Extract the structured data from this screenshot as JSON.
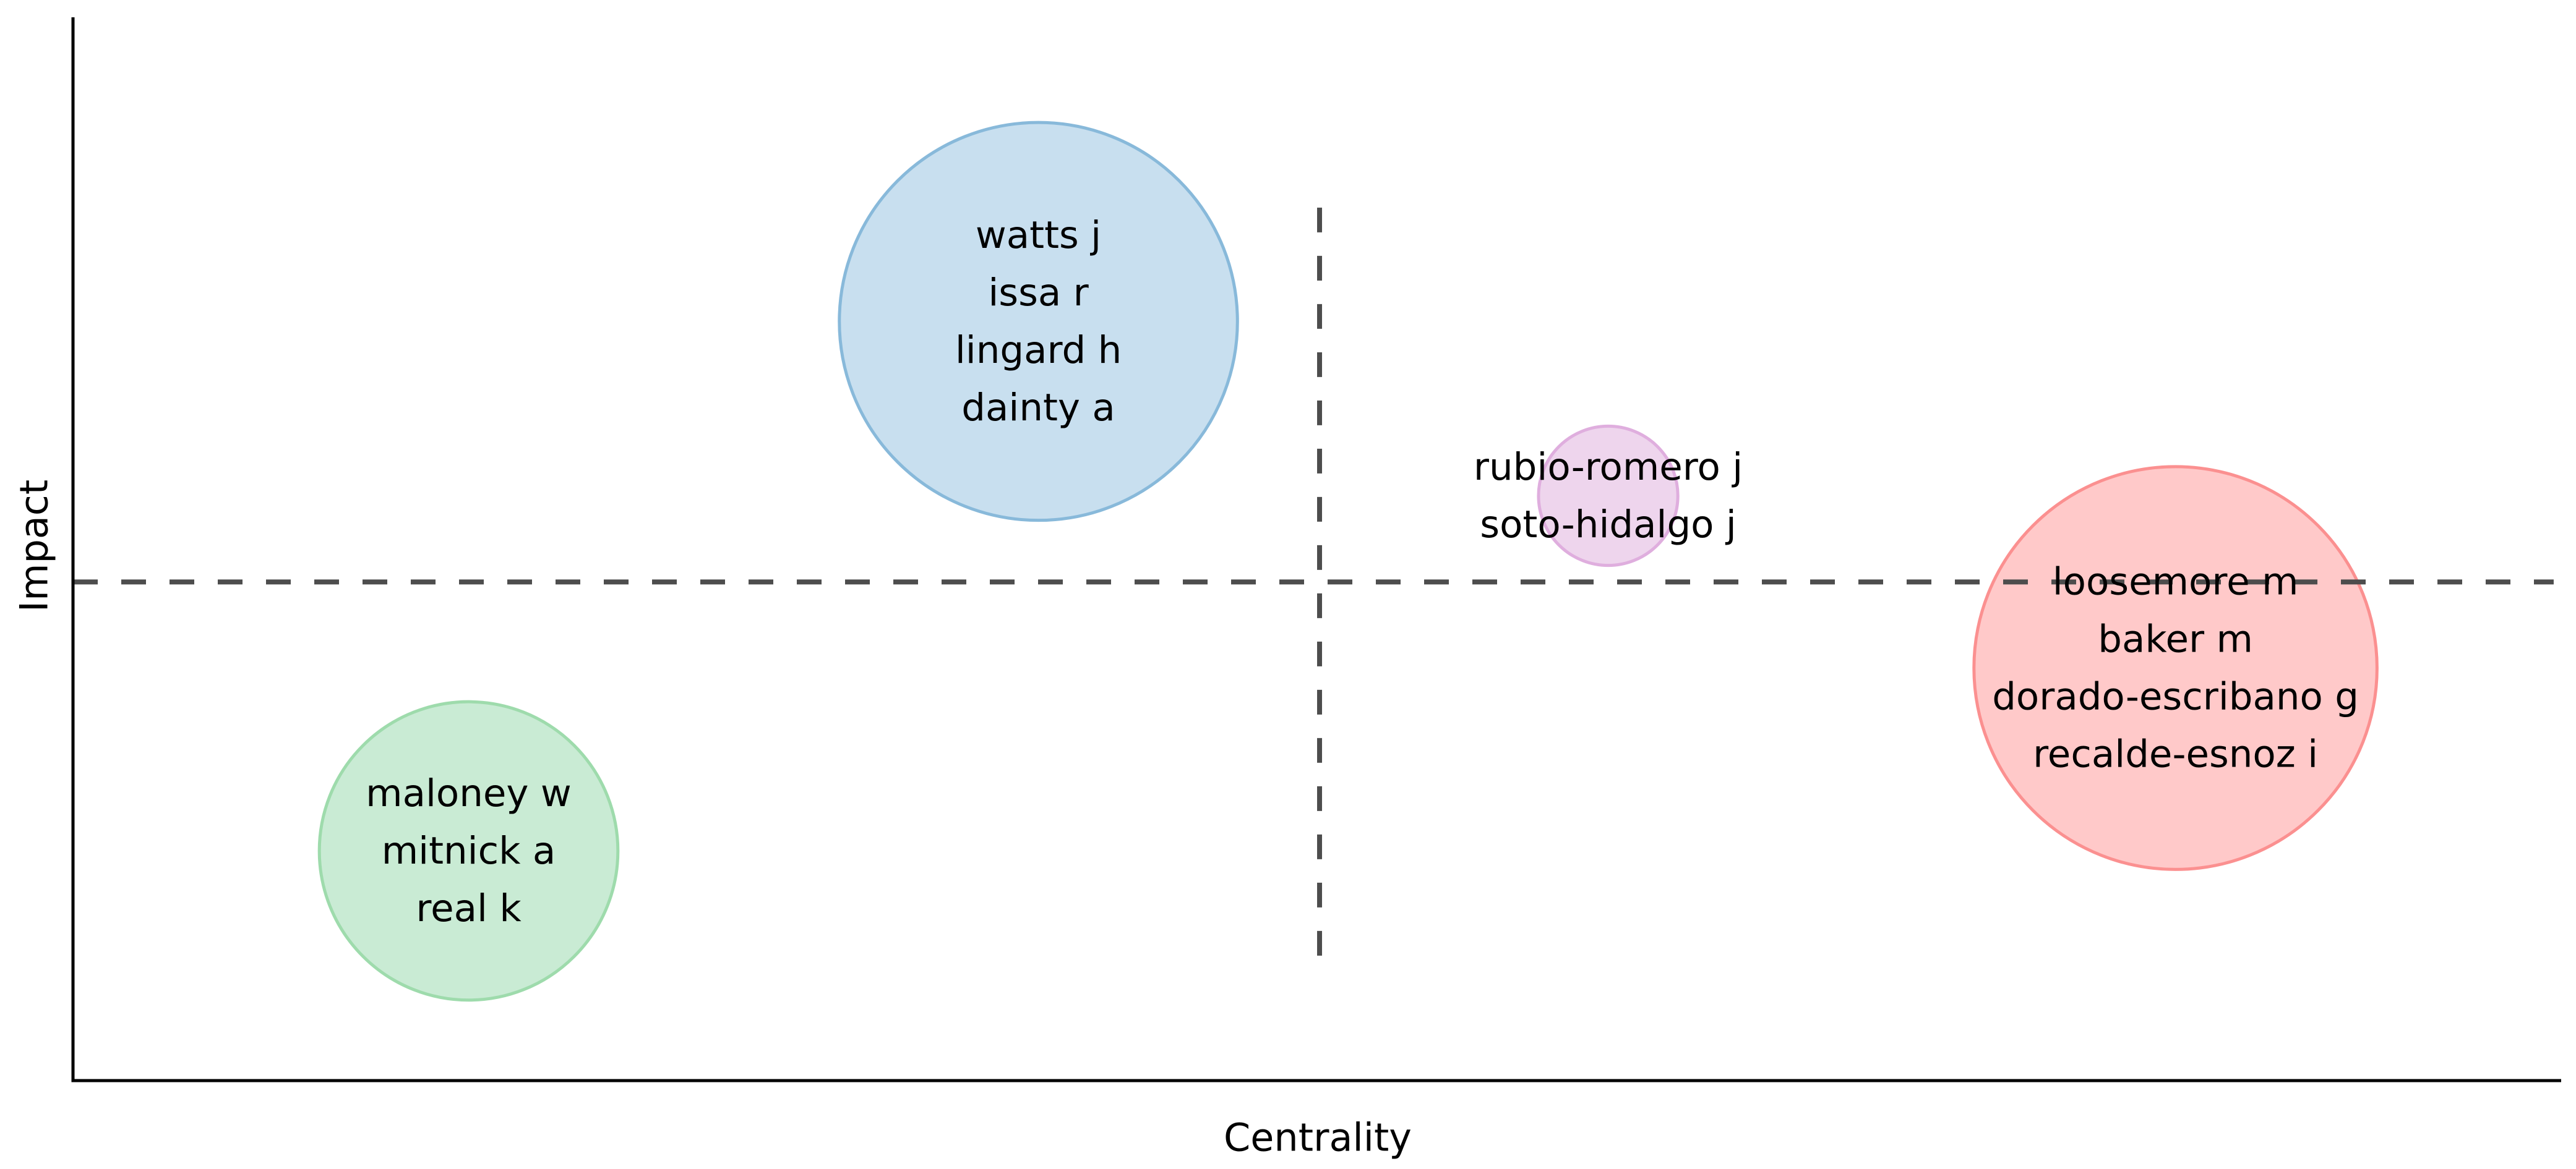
{
  "chart_data": {
    "type": "scatter",
    "subtype": "thematic-map-bubbles",
    "title": "",
    "xlabel": "Centrality",
    "ylabel": "Impact",
    "xlim": [
      0,
      1
    ],
    "ylim": [
      0,
      1
    ],
    "grid": false,
    "ticks_visible": false,
    "legend": "none",
    "background": "#ffffff",
    "spine_color": "#000000",
    "text_color": "#000000",
    "quadrant_lines": {
      "style": "dashed",
      "color": "#4d4d4d",
      "horizontal_y": 0.469,
      "horizontal_x_extent": [
        0.0,
        0.997
      ],
      "vertical_x": 0.501,
      "vertical_y_extent": [
        0.106,
        0.821
      ]
    },
    "clusters": [
      {
        "name": "cluster-blue",
        "labels": [
          "watts j",
          "issa r",
          "lingard h",
          "dainty a"
        ],
        "x": 0.388,
        "y": 0.714,
        "radius": 0.08,
        "fill": "#c8dfef",
        "stroke": "#88b9da"
      },
      {
        "name": "cluster-green",
        "labels": [
          "maloney w",
          "mitnick a",
          "real k"
        ],
        "x": 0.159,
        "y": 0.216,
        "radius": 0.06,
        "fill": "#c9ebd4",
        "stroke": "#9edbac"
      },
      {
        "name": "cluster-purple",
        "labels": [
          "rubio-romero j",
          "soto-hidalgo j"
        ],
        "x": 0.617,
        "y": 0.55,
        "radius": 0.028,
        "fill": "#eed5ed",
        "stroke": "#dfaede"
      },
      {
        "name": "cluster-red",
        "labels": [
          "loosemore m",
          "baker m",
          "dorado-escribano g",
          "recalde-esnoz i"
        ],
        "x": 0.845,
        "y": 0.388,
        "radius": 0.081,
        "fill": "#ffc9c9",
        "stroke": "#fb9090"
      }
    ]
  }
}
